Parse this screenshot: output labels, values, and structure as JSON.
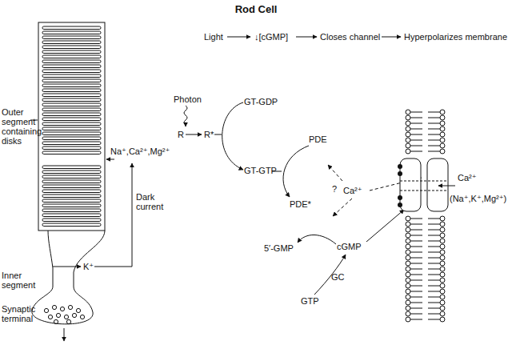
{
  "diagram": {
    "title": "Rod Cell",
    "labels": [
      "Light",
      "↓[cGMP]",
      "Closes channel",
      "Hyperpolarizes membrane",
      "Outer segment containing disks",
      "Na⁺,Ca²⁺,Mg²⁺",
      "Dark current",
      "Inner segment",
      "K⁺",
      "Synaptic terminal",
      "Photon",
      "R",
      "R*",
      "GT-GDP",
      "GT-GTP",
      "PDE",
      "PDE*",
      "5′-GMP",
      "cGMP",
      "GC",
      "GTP",
      "?",
      "Ca²⁺",
      "Ca²⁺",
      "(Na⁺,K⁺,Mg²⁺)"
    ]
  }
}
